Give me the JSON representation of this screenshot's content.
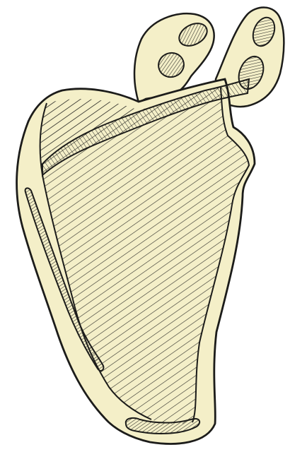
{
  "figure": {
    "kind": "anatomical line illustration",
    "subject": "scapula",
    "view": "posterior",
    "labels": []
  },
  "palette": {
    "background": "#ffffff",
    "bone_fill": "#f4efc8",
    "outline": "#1c1c1a",
    "hatch": "#2a2a26"
  },
  "regions": [
    {
      "id": "coracoid-process",
      "hatched_ovals": 2
    },
    {
      "id": "acromion-process",
      "hatched_ovals": 2
    },
    {
      "id": "spine-of-scapula",
      "hatching": "fine diagonal"
    },
    {
      "id": "supraspinous-fossa",
      "hatching": "diagonal"
    },
    {
      "id": "infraspinous-fossa",
      "hatching": "diagonal"
    },
    {
      "id": "medial-border",
      "hatched_slot": true
    },
    {
      "id": "inferior-angle",
      "hatched_slot": true
    },
    {
      "id": "lateral-border",
      "hatched_slot": false
    }
  ]
}
